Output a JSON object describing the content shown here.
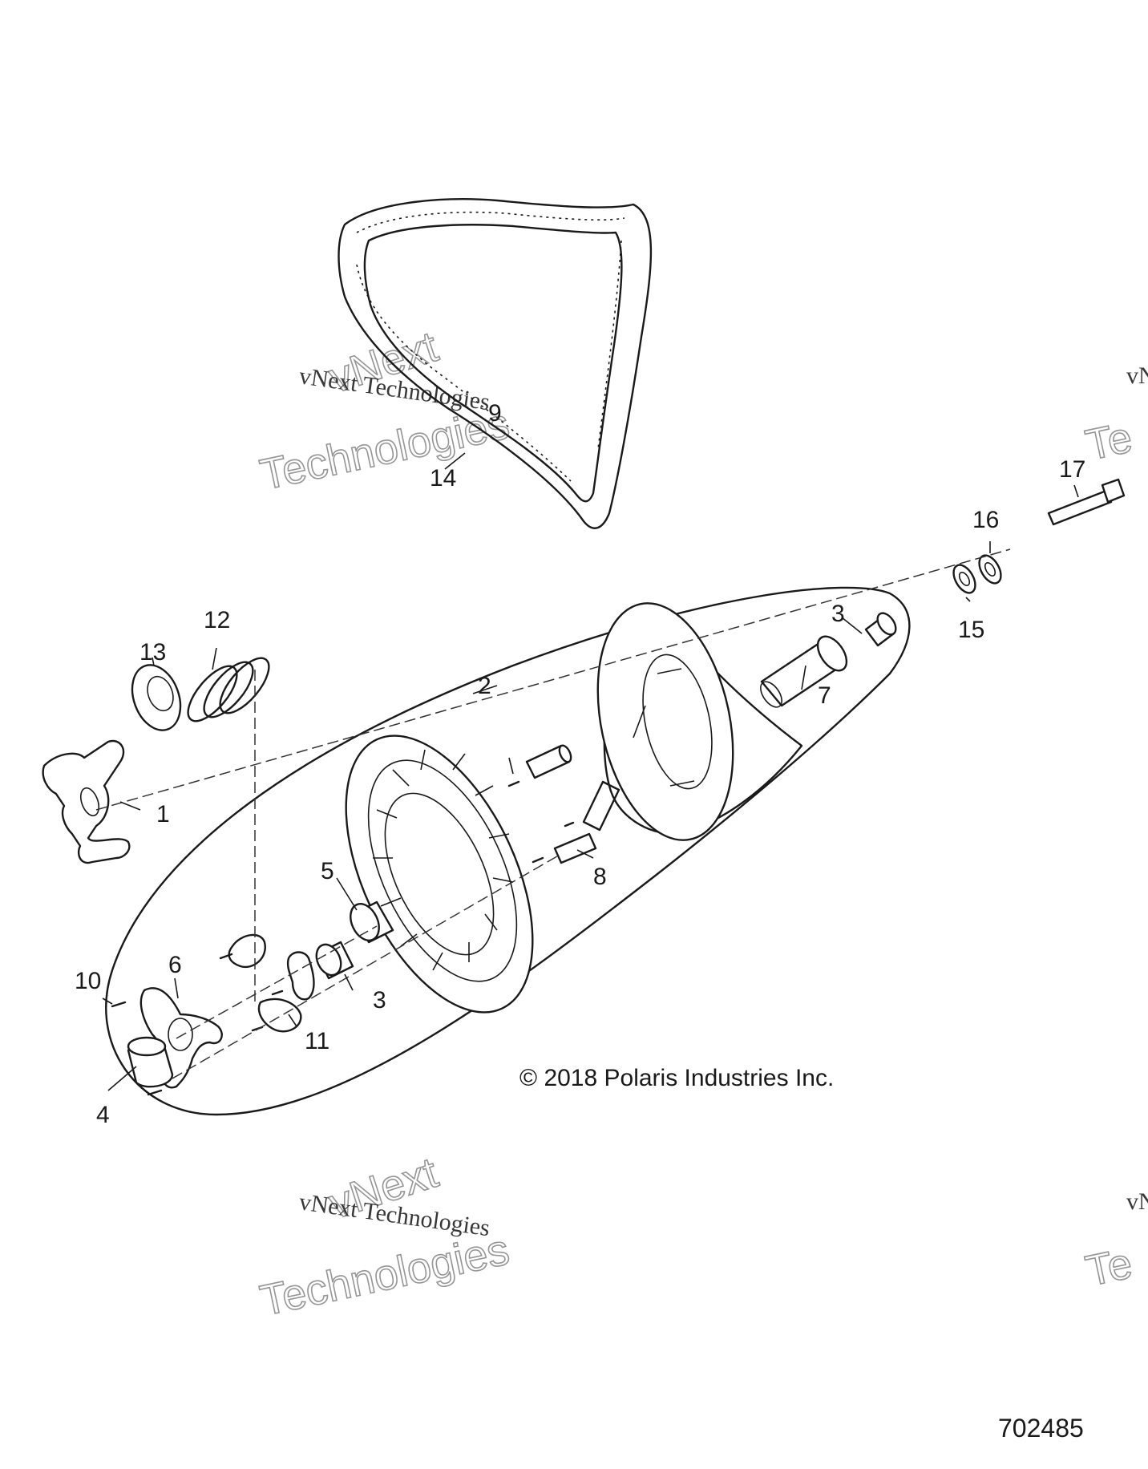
{
  "callouts": [
    {
      "id": "1",
      "text": "1"
    },
    {
      "id": "2",
      "text": "2"
    },
    {
      "id": "3a",
      "text": "3"
    },
    {
      "id": "3b",
      "text": "3"
    },
    {
      "id": "4",
      "text": "4"
    },
    {
      "id": "5",
      "text": "5"
    },
    {
      "id": "6",
      "text": "6"
    },
    {
      "id": "7",
      "text": "7"
    },
    {
      "id": "8",
      "text": "8"
    },
    {
      "id": "9",
      "text": "9"
    },
    {
      "id": "10",
      "text": "10"
    },
    {
      "id": "11",
      "text": "11"
    },
    {
      "id": "12",
      "text": "12"
    },
    {
      "id": "13",
      "text": "13"
    },
    {
      "id": "14",
      "text": "14"
    },
    {
      "id": "15",
      "text": "15"
    },
    {
      "id": "16",
      "text": "16"
    },
    {
      "id": "17",
      "text": "17"
    }
  ],
  "copyright": "© 2018 Polaris Industries Inc.",
  "figure_number": "702485",
  "watermark": {
    "line1": "vNext",
    "line2": "vNext Technologies",
    "line3": "Technologies"
  }
}
